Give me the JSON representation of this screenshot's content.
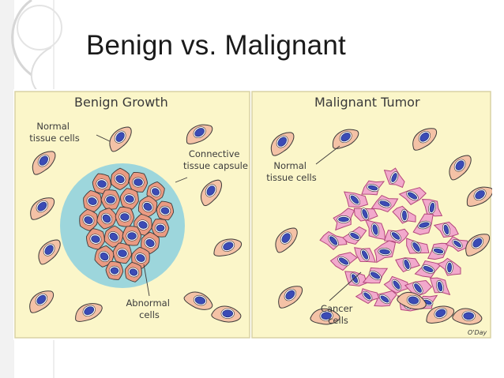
{
  "slide": {
    "title": "Benign vs. Malignant"
  },
  "figure": {
    "left_panel": {
      "heading": "Benign Growth",
      "label_normal": [
        "Normal",
        "tissue cells"
      ],
      "label_capsule": [
        "Connective",
        "tissue capsule"
      ],
      "label_abnormal": [
        "Abnormal",
        "cells"
      ]
    },
    "right_panel": {
      "heading": "Malignant Tumor",
      "label_normal": [
        "Normal",
        "tissue cells"
      ],
      "label_cancer": [
        "Cancer",
        "cells"
      ]
    },
    "signature": "O'Day"
  },
  "colors": {
    "panel_bg": "#fbf6c9",
    "panel_border": "#d9d2a4",
    "normal_cell": "#f4c2a6",
    "nucleus": "#3b4bb5",
    "nucleus_ring": "#ffffff",
    "capsule": "#9dd6dc",
    "abnormal_cell": "#ea9a82",
    "cancer_cell": "#f2a9cc",
    "cancer_edge": "#b3467b",
    "cell_outline": "#3d3a3a",
    "deco_line": "#cfcfcf"
  }
}
